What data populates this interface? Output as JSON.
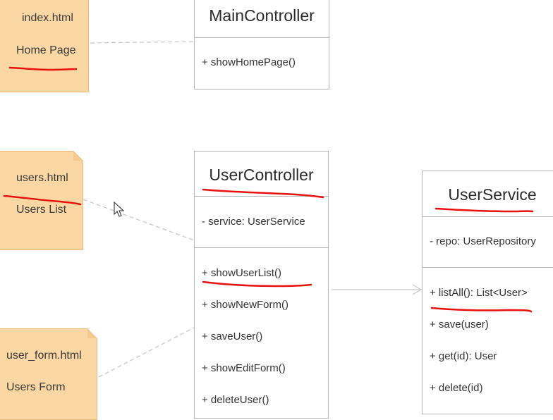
{
  "notes": {
    "index": {
      "file": "index.html",
      "label": "Home Page"
    },
    "users": {
      "file": "users.html",
      "label": "Users List"
    },
    "form": {
      "file": "user_form.html",
      "label": "Users Form"
    }
  },
  "main_controller": {
    "name": "MainController",
    "methods": [
      "+ showHomePage()"
    ]
  },
  "user_controller": {
    "name": "UserController",
    "attributes": [
      "- service: UserService"
    ],
    "methods": [
      "+ showUserList()",
      "+ showNewForm()",
      "+ saveUser()",
      "+ showEditForm()",
      "+ deleteUser()"
    ]
  },
  "user_service": {
    "name": "UserService",
    "attributes": [
      "- repo: UserRepository"
    ],
    "methods": [
      "+ listAll(): List<User>",
      "+ save(user)",
      "+ get(id): User",
      "+ delete(id)"
    ]
  },
  "colors": {
    "note_fill": "#fad7a3",
    "annotation_red": "#e8100c",
    "class_border": "#b5b5b5",
    "connector": "#c8c8c8"
  }
}
